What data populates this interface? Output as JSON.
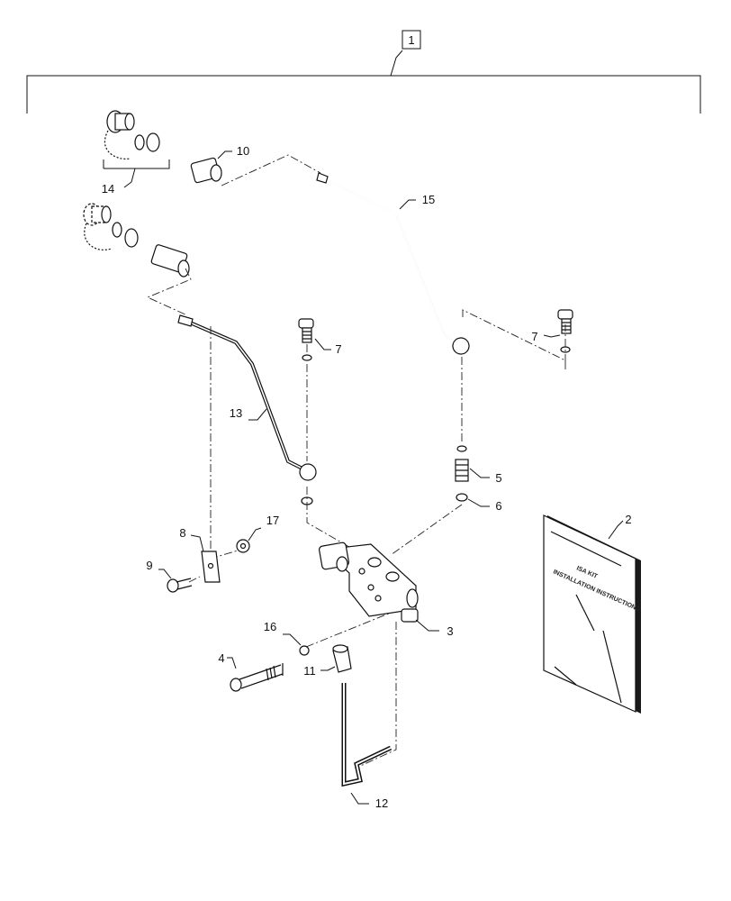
{
  "diagram": {
    "kit_callout": "1",
    "callouts": {
      "c2": "2",
      "c3": "3",
      "c4": "4",
      "c5": "5",
      "c6": "6",
      "c7a": "7",
      "c7b": "7",
      "c8": "8",
      "c9": "9",
      "c10": "10",
      "c11": "11",
      "c12": "12",
      "c13": "13",
      "c14": "14",
      "c15": "15",
      "c16": "16",
      "c17": "17"
    },
    "booklet": {
      "line1": "ISA KIT",
      "line2": "INSTALLATION INSTRUCTIONS"
    }
  }
}
